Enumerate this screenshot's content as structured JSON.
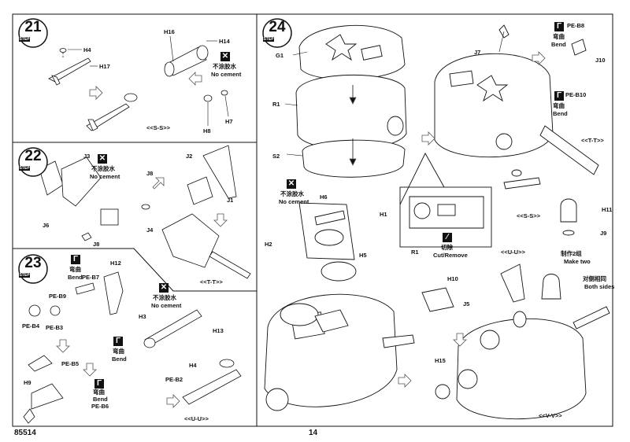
{
  "steps": {
    "s21": "21",
    "s22": "22",
    "s23": "23",
    "s24": "24",
    "step_word": "STEP"
  },
  "labels": {
    "h4_a": "H4",
    "h17": "H17",
    "h16": "H16",
    "h14": "H14",
    "h8": "H8",
    "h7": "H7",
    "ss_a": "<<S-S>>",
    "no_cement_cn": "不涂胶水",
    "no_cement": "No cement",
    "j3": "J3",
    "j6": "J6",
    "j8_a": "J8",
    "j8_b": "J8",
    "j4": "J4",
    "j2": "J2",
    "j1": "J1",
    "tt_a": "<<T-T>>",
    "h12": "H12",
    "bend_cn": "弯曲",
    "bend": "Bend",
    "pe_b7": "PE-B7",
    "pe_b9": "PE-B9",
    "pe_b4": "PE-B4",
    "pe_b3": "PE-B3",
    "pe_b5": "PE-B5",
    "h9": "H9",
    "pe_b6": "PE-B6",
    "h3": "H3",
    "h13": "H13",
    "h4_b": "H4",
    "pe_b2": "PE-B2",
    "uu_a": "<<U-U>>",
    "g1": "G1",
    "r1_a": "R1",
    "s2": "S2",
    "h6": "H6",
    "h1": "H1",
    "h2": "H2",
    "h5": "H5",
    "r1_b": "R1",
    "cut_cn": "切除",
    "cut": "Cut/Remove",
    "h10": "H10",
    "j5": "J5",
    "h15": "H15",
    "j7": "J7",
    "pe_b8": "PE-B8",
    "j10": "J10",
    "pe_b10": "PE-B10",
    "tt_b": "<<T-T>>",
    "ss_b": "<<S-S>>",
    "h11": "H11",
    "j9": "J9",
    "make_two_cn": "制作2组",
    "make_two": "Make two",
    "uu_b": "<<U-U>>",
    "both_sides_cn": "对侧相同",
    "both_sides": "Both sides",
    "vv": "<<V-V>>"
  },
  "footer": {
    "kit_number": "85514",
    "page_number": "14"
  }
}
